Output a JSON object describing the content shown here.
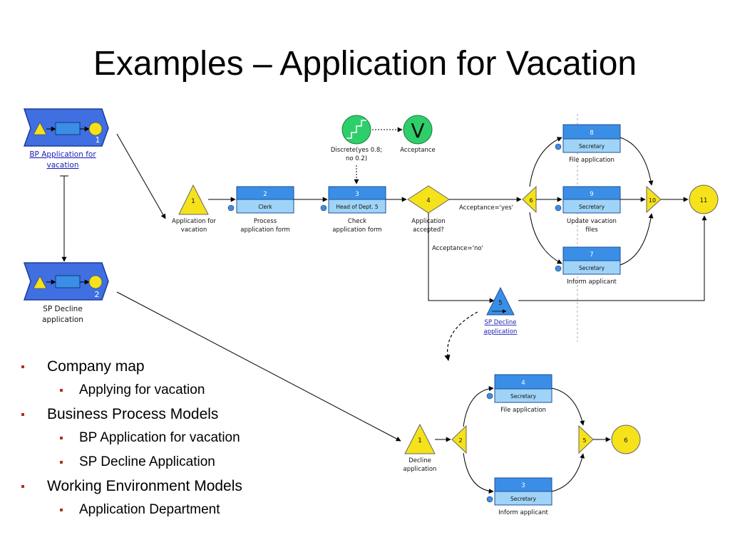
{
  "slide": {
    "title": "Examples – Application for Vacation"
  },
  "maps": [
    {
      "number": "1",
      "label": "BP Application for vacation",
      "label_lines": [
        "BP Application for",
        "vacation"
      ],
      "link": true
    },
    {
      "number": "2",
      "label": "SP Decline application",
      "label_lines": [
        "SP Decline",
        "application"
      ],
      "link": false
    }
  ],
  "main_process": {
    "events": [
      {
        "id": "1",
        "lines": [
          "Application for",
          "vacation"
        ]
      },
      {
        "id": "11",
        "lines": []
      }
    ],
    "functions": [
      {
        "id": "2",
        "role": "Clerk",
        "lines": [
          "Process",
          "application form"
        ]
      },
      {
        "id": "3",
        "role": "Head of Dept. 5",
        "lines": [
          "Check",
          "application form"
        ]
      },
      {
        "id": "8",
        "role": "Secretary",
        "lines": [
          "File application"
        ]
      },
      {
        "id": "9",
        "role": "Secretary",
        "lines": [
          "Update vacation",
          "files"
        ]
      },
      {
        "id": "7",
        "role": "Secretary",
        "lines": [
          "Inform applicant"
        ]
      }
    ],
    "decision": {
      "id": "4",
      "lines": [
        "Application",
        "accepted?"
      ]
    },
    "splits": [
      {
        "id": "6"
      },
      {
        "id": "10"
      }
    ],
    "conditions": {
      "yes": "Acceptance='yes'",
      "no": "Acceptance='no'"
    },
    "discrete": {
      "lines": [
        "Discrete(yes 0.8;",
        "no 0.2)"
      ]
    },
    "variable": {
      "symbol": "V",
      "label": "Acceptance"
    },
    "subprocess": {
      "id": "5",
      "lines": [
        "SP Decline",
        "application"
      ]
    }
  },
  "sub_process": {
    "event_start": {
      "id": "1",
      "lines": [
        "Decline",
        "application"
      ]
    },
    "split": {
      "id": "2"
    },
    "functions": [
      {
        "id": "4",
        "role": "Secretary",
        "lines": [
          "File application"
        ]
      },
      {
        "id": "3",
        "role": "Secretary",
        "lines": [
          "Inform applicant"
        ]
      }
    ],
    "join": {
      "id": "5"
    },
    "event_end": {
      "id": "6"
    }
  },
  "bullets": [
    {
      "level": 1,
      "text": "Company map"
    },
    {
      "level": 2,
      "text": "Applying for vacation"
    },
    {
      "level": 1,
      "text": "Business Process Models"
    },
    {
      "level": 2,
      "text": "BP Application for vacation"
    },
    {
      "level": 2,
      "text": "SP Decline Application"
    },
    {
      "level": 1,
      "text": "Working Environment Models"
    },
    {
      "level": 2,
      "text": "Application Department"
    }
  ],
  "colors": {
    "function_fill": "#3a8ee6",
    "role_fill": "#9fd4f8",
    "event_fill": "#f5e21a",
    "map_fill": "#3f6fe0",
    "variable_fill": "#2ecf6a",
    "link_text": "#1a1ab8"
  }
}
